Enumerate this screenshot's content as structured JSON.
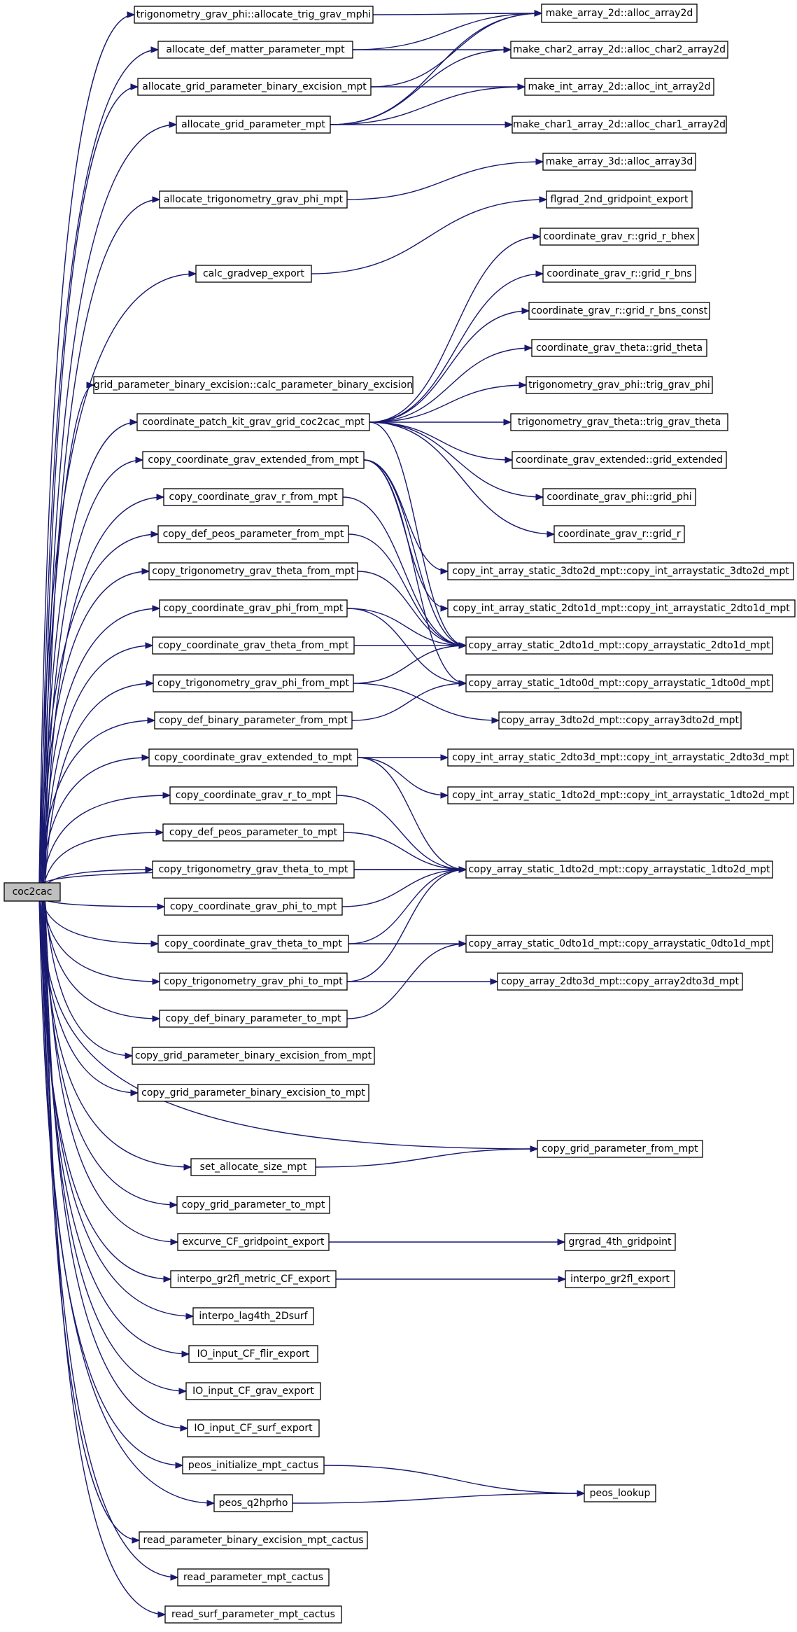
{
  "diagram": {
    "type": "call-graph",
    "root": "coc2cac",
    "nodes": [
      "coc2cac",
      "trigonometry_grav_phi::allocate_trig_grav_mphi",
      "allocate_def_matter_parameter_mpt",
      "allocate_grid_parameter_binary_excision_mpt",
      "allocate_grid_parameter_mpt",
      "allocate_trigonometry_grav_phi_mpt",
      "calc_gradvep_export",
      "grid_parameter_binary_excision::calc_parameter_binary_excision",
      "coordinate_patch_kit_grav_grid_coc2cac_mpt",
      "copy_coordinate_grav_extended_from_mpt",
      "copy_coordinate_grav_r_from_mpt",
      "copy_def_peos_parameter_from_mpt",
      "copy_trigonometry_grav_theta_from_mpt",
      "copy_coordinate_grav_phi_from_mpt",
      "copy_coordinate_grav_theta_from_mpt",
      "copy_trigonometry_grav_phi_from_mpt",
      "copy_def_binary_parameter_from_mpt",
      "copy_coordinate_grav_extended_to_mpt",
      "copy_coordinate_grav_r_to_mpt",
      "copy_def_peos_parameter_to_mpt",
      "copy_trigonometry_grav_theta_to_mpt",
      "copy_coordinate_grav_phi_to_mpt",
      "copy_coordinate_grav_theta_to_mpt",
      "copy_trigonometry_grav_phi_to_mpt",
      "copy_def_binary_parameter_to_mpt",
      "copy_grid_parameter_binary_excision_from_mpt",
      "copy_grid_parameter_binary_excision_to_mpt",
      "set_allocate_size_mpt",
      "copy_grid_parameter_to_mpt",
      "excurve_CF_gridpoint_export",
      "interpo_gr2fl_metric_CF_export",
      "interpo_lag4th_2Dsurf",
      "IO_input_CF_flir_export",
      "IO_input_CF_grav_export",
      "IO_input_CF_surf_export",
      "peos_initialize_mpt_cactus",
      "peos_q2hprho",
      "read_parameter_binary_excision_mpt_cactus",
      "read_parameter_mpt_cactus",
      "read_surf_parameter_mpt_cactus",
      "make_array_2d::alloc_array2d",
      "make_char2_array_2d::alloc_char2_array2d",
      "make_int_array_2d::alloc_int_array2d",
      "make_char1_array_2d::alloc_char1_array2d",
      "make_array_3d::alloc_array3d",
      "flgrad_2nd_gridpoint_export",
      "coordinate_grav_r::grid_r_bhex",
      "coordinate_grav_r::grid_r_bns",
      "coordinate_grav_r::grid_r_bns_const",
      "coordinate_grav_theta::grid_theta",
      "trigonometry_grav_phi::trig_grav_phi",
      "trigonometry_grav_theta::trig_grav_theta",
      "coordinate_grav_extended::grid_extended",
      "coordinate_grav_phi::grid_phi",
      "coordinate_grav_r::grid_r",
      "copy_int_array_static_3dto2d_mpt::copy_int_arraystatic_3dto2d_mpt",
      "copy_int_array_static_2dto1d_mpt::copy_int_arraystatic_2dto1d_mpt",
      "copy_array_static_2dto1d_mpt::copy_arraystatic_2dto1d_mpt",
      "copy_array_static_1dto0d_mpt::copy_arraystatic_1dto0d_mpt",
      "copy_array_3dto2d_mpt::copy_array3dto2d_mpt",
      "copy_int_array_static_2dto3d_mpt::copy_int_arraystatic_2dto3d_mpt",
      "copy_int_array_static_1dto2d_mpt::copy_int_arraystatic_1dto2d_mpt",
      "copy_array_static_1dto2d_mpt::copy_arraystatic_1dto2d_mpt",
      "copy_array_static_0dto1d_mpt::copy_arraystatic_0dto1d_mpt",
      "copy_array_2dto3d_mpt::copy_array2dto3d_mpt",
      "copy_grid_parameter_from_mpt",
      "grgrad_4th_gridpoint",
      "interpo_gr2fl_export",
      "peos_lookup"
    ],
    "edges": [
      [
        "coc2cac",
        "trigonometry_grav_phi::allocate_trig_grav_mphi"
      ],
      [
        "coc2cac",
        "allocate_def_matter_parameter_mpt"
      ],
      [
        "coc2cac",
        "allocate_grid_parameter_binary_excision_mpt"
      ],
      [
        "coc2cac",
        "allocate_grid_parameter_mpt"
      ],
      [
        "coc2cac",
        "allocate_trigonometry_grav_phi_mpt"
      ],
      [
        "coc2cac",
        "calc_gradvep_export"
      ],
      [
        "coc2cac",
        "grid_parameter_binary_excision::calc_parameter_binary_excision"
      ],
      [
        "coc2cac",
        "coordinate_patch_kit_grav_grid_coc2cac_mpt"
      ],
      [
        "coc2cac",
        "copy_coordinate_grav_extended_from_mpt"
      ],
      [
        "coc2cac",
        "copy_coordinate_grav_r_from_mpt"
      ],
      [
        "coc2cac",
        "copy_def_peos_parameter_from_mpt"
      ],
      [
        "coc2cac",
        "copy_trigonometry_grav_theta_from_mpt"
      ],
      [
        "coc2cac",
        "copy_coordinate_grav_phi_from_mpt"
      ],
      [
        "coc2cac",
        "copy_coordinate_grav_theta_from_mpt"
      ],
      [
        "coc2cac",
        "copy_trigonometry_grav_phi_from_mpt"
      ],
      [
        "coc2cac",
        "copy_def_binary_parameter_from_mpt"
      ],
      [
        "coc2cac",
        "copy_coordinate_grav_extended_to_mpt"
      ],
      [
        "coc2cac",
        "copy_coordinate_grav_r_to_mpt"
      ],
      [
        "coc2cac",
        "copy_def_peos_parameter_to_mpt"
      ],
      [
        "coc2cac",
        "copy_trigonometry_grav_theta_to_mpt"
      ],
      [
        "coc2cac",
        "copy_coordinate_grav_phi_to_mpt"
      ],
      [
        "coc2cac",
        "copy_coordinate_grav_theta_to_mpt"
      ],
      [
        "coc2cac",
        "copy_trigonometry_grav_phi_to_mpt"
      ],
      [
        "coc2cac",
        "copy_def_binary_parameter_to_mpt"
      ],
      [
        "coc2cac",
        "copy_grid_parameter_binary_excision_from_mpt"
      ],
      [
        "coc2cac",
        "copy_grid_parameter_binary_excision_to_mpt"
      ],
      [
        "coc2cac",
        "copy_grid_parameter_from_mpt"
      ],
      [
        "coc2cac",
        "set_allocate_size_mpt"
      ],
      [
        "coc2cac",
        "copy_grid_parameter_to_mpt"
      ],
      [
        "coc2cac",
        "excurve_CF_gridpoint_export"
      ],
      [
        "coc2cac",
        "interpo_gr2fl_metric_CF_export"
      ],
      [
        "coc2cac",
        "interpo_lag4th_2Dsurf"
      ],
      [
        "coc2cac",
        "IO_input_CF_flir_export"
      ],
      [
        "coc2cac",
        "IO_input_CF_grav_export"
      ],
      [
        "coc2cac",
        "IO_input_CF_surf_export"
      ],
      [
        "coc2cac",
        "peos_initialize_mpt_cactus"
      ],
      [
        "coc2cac",
        "peos_q2hprho"
      ],
      [
        "coc2cac",
        "read_parameter_binary_excision_mpt_cactus"
      ],
      [
        "coc2cac",
        "read_parameter_mpt_cactus"
      ],
      [
        "coc2cac",
        "read_surf_parameter_mpt_cactus"
      ],
      [
        "coc2cac",
        "copy_array_static_1dto2d_mpt::copy_arraystatic_1dto2d_mpt"
      ],
      [
        "trigonometry_grav_phi::allocate_trig_grav_mphi",
        "make_array_2d::alloc_array2d"
      ],
      [
        "allocate_def_matter_parameter_mpt",
        "make_array_2d::alloc_array2d"
      ],
      [
        "allocate_def_matter_parameter_mpt",
        "make_char2_array_2d::alloc_char2_array2d"
      ],
      [
        "allocate_grid_parameter_binary_excision_mpt",
        "make_array_2d::alloc_array2d"
      ],
      [
        "allocate_grid_parameter_binary_excision_mpt",
        "make_int_array_2d::alloc_int_array2d"
      ],
      [
        "allocate_grid_parameter_mpt",
        "make_array_2d::alloc_array2d"
      ],
      [
        "allocate_grid_parameter_mpt",
        "make_char2_array_2d::alloc_char2_array2d"
      ],
      [
        "allocate_grid_parameter_mpt",
        "make_int_array_2d::alloc_int_array2d"
      ],
      [
        "allocate_grid_parameter_mpt",
        "make_char1_array_2d::alloc_char1_array2d"
      ],
      [
        "allocate_trigonometry_grav_phi_mpt",
        "make_array_3d::alloc_array3d"
      ],
      [
        "calc_gradvep_export",
        "flgrad_2nd_gridpoint_export"
      ],
      [
        "coordinate_patch_kit_grav_grid_coc2cac_mpt",
        "coordinate_grav_r::grid_r_bhex"
      ],
      [
        "coordinate_patch_kit_grav_grid_coc2cac_mpt",
        "coordinate_grav_r::grid_r_bns"
      ],
      [
        "coordinate_patch_kit_grav_grid_coc2cac_mpt",
        "coordinate_grav_r::grid_r_bns_const"
      ],
      [
        "coordinate_patch_kit_grav_grid_coc2cac_mpt",
        "coordinate_grav_theta::grid_theta"
      ],
      [
        "coordinate_patch_kit_grav_grid_coc2cac_mpt",
        "trigonometry_grav_phi::trig_grav_phi"
      ],
      [
        "coordinate_patch_kit_grav_grid_coc2cac_mpt",
        "trigonometry_grav_theta::trig_grav_theta"
      ],
      [
        "coordinate_patch_kit_grav_grid_coc2cac_mpt",
        "coordinate_grav_extended::grid_extended"
      ],
      [
        "coordinate_patch_kit_grav_grid_coc2cac_mpt",
        "coordinate_grav_phi::grid_phi"
      ],
      [
        "coordinate_patch_kit_grav_grid_coc2cac_mpt",
        "coordinate_grav_r::grid_r"
      ],
      [
        "coordinate_patch_kit_grav_grid_coc2cac_mpt",
        "copy_array_static_2dto1d_mpt::copy_arraystatic_2dto1d_mpt"
      ],
      [
        "copy_coordinate_grav_extended_from_mpt",
        "copy_int_array_static_3dto2d_mpt::copy_int_arraystatic_3dto2d_mpt"
      ],
      [
        "copy_coordinate_grav_extended_from_mpt",
        "copy_int_array_static_2dto1d_mpt::copy_int_arraystatic_2dto1d_mpt"
      ],
      [
        "copy_coordinate_grav_extended_from_mpt",
        "copy_array_static_2dto1d_mpt::copy_arraystatic_2dto1d_mpt"
      ],
      [
        "copy_coordinate_grav_extended_from_mpt",
        "copy_array_static_1dto0d_mpt::copy_arraystatic_1dto0d_mpt"
      ],
      [
        "copy_coordinate_grav_r_from_mpt",
        "copy_array_static_2dto1d_mpt::copy_arraystatic_2dto1d_mpt"
      ],
      [
        "copy_def_peos_parameter_from_mpt",
        "copy_array_static_2dto1d_mpt::copy_arraystatic_2dto1d_mpt"
      ],
      [
        "copy_trigonometry_grav_theta_from_mpt",
        "copy_array_static_2dto1d_mpt::copy_arraystatic_2dto1d_mpt"
      ],
      [
        "copy_coordinate_grav_phi_from_mpt",
        "copy_array_static_2dto1d_mpt::copy_arraystatic_2dto1d_mpt"
      ],
      [
        "copy_coordinate_grav_phi_from_mpt",
        "copy_array_static_1dto0d_mpt::copy_arraystatic_1dto0d_mpt"
      ],
      [
        "copy_coordinate_grav_theta_from_mpt",
        "copy_array_static_2dto1d_mpt::copy_arraystatic_2dto1d_mpt"
      ],
      [
        "copy_trigonometry_grav_phi_from_mpt",
        "copy_array_static_2dto1d_mpt::copy_arraystatic_2dto1d_mpt"
      ],
      [
        "copy_trigonometry_grav_phi_from_mpt",
        "copy_array_3dto2d_mpt::copy_array3dto2d_mpt"
      ],
      [
        "copy_def_binary_parameter_from_mpt",
        "copy_array_static_1dto0d_mpt::copy_arraystatic_1dto0d_mpt"
      ],
      [
        "copy_coordinate_grav_extended_to_mpt",
        "copy_int_array_static_2dto3d_mpt::copy_int_arraystatic_2dto3d_mpt"
      ],
      [
        "copy_coordinate_grav_extended_to_mpt",
        "copy_int_array_static_1dto2d_mpt::copy_int_arraystatic_1dto2d_mpt"
      ],
      [
        "copy_coordinate_grav_extended_to_mpt",
        "copy_array_static_1dto2d_mpt::copy_arraystatic_1dto2d_mpt"
      ],
      [
        "copy_coordinate_grav_r_to_mpt",
        "copy_array_static_1dto2d_mpt::copy_arraystatic_1dto2d_mpt"
      ],
      [
        "copy_def_peos_parameter_to_mpt",
        "copy_array_static_1dto2d_mpt::copy_arraystatic_1dto2d_mpt"
      ],
      [
        "copy_trigonometry_grav_theta_to_mpt",
        "copy_array_static_1dto2d_mpt::copy_arraystatic_1dto2d_mpt"
      ],
      [
        "copy_coordinate_grav_phi_to_mpt",
        "copy_array_static_1dto2d_mpt::copy_arraystatic_1dto2d_mpt"
      ],
      [
        "copy_coordinate_grav_theta_to_mpt",
        "copy_array_static_1dto2d_mpt::copy_arraystatic_1dto2d_mpt"
      ],
      [
        "copy_coordinate_grav_theta_to_mpt",
        "copy_array_static_0dto1d_mpt::copy_arraystatic_0dto1d_mpt"
      ],
      [
        "copy_trigonometry_grav_phi_to_mpt",
        "copy_array_static_1dto2d_mpt::copy_arraystatic_1dto2d_mpt"
      ],
      [
        "copy_trigonometry_grav_phi_to_mpt",
        "copy_array_2dto3d_mpt::copy_array2dto3d_mpt"
      ],
      [
        "copy_def_binary_parameter_to_mpt",
        "copy_array_static_0dto1d_mpt::copy_arraystatic_0dto1d_mpt"
      ],
      [
        "set_allocate_size_mpt",
        "copy_grid_parameter_from_mpt"
      ],
      [
        "excurve_CF_gridpoint_export",
        "grgrad_4th_gridpoint"
      ],
      [
        "interpo_gr2fl_metric_CF_export",
        "interpo_gr2fl_export"
      ],
      [
        "peos_initialize_mpt_cactus",
        "peos_lookup"
      ],
      [
        "peos_q2hprho",
        "peos_lookup"
      ]
    ]
  }
}
